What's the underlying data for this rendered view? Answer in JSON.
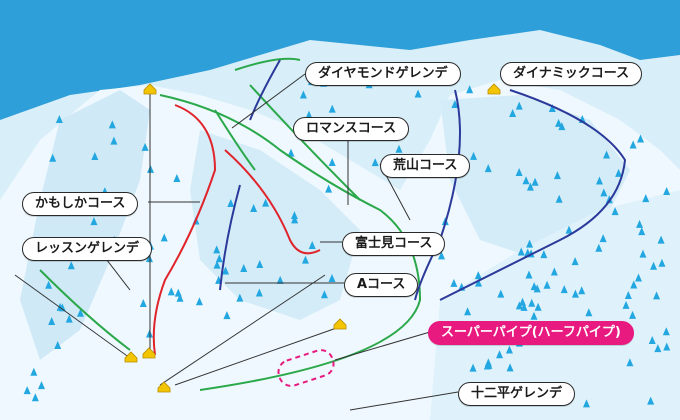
{
  "labels": {
    "diamond": "ダイヤモンドゲレンデ",
    "dynamic": "ダイナミックコース",
    "roman": "ロマンスコース",
    "arayama": "荒山コース",
    "kamoshika": "かもしかコース",
    "lesson": "レッスンゲレンデ",
    "fujimi": "富士見コース",
    "a_course": "Aコース",
    "superpipe": "スーパーパイプ(ハーフパイプ)",
    "juniheita": "十二平ゲレンデ"
  },
  "colors": {
    "sky": "#2e9fd8",
    "snow": "#eaf6fd",
    "tree": "#23a7e0",
    "course_green": "#2aa84a",
    "course_red": "#e0242c",
    "course_navy": "#2b3a9a",
    "pipe": "#e8197f",
    "lodge": "#f2c500"
  }
}
